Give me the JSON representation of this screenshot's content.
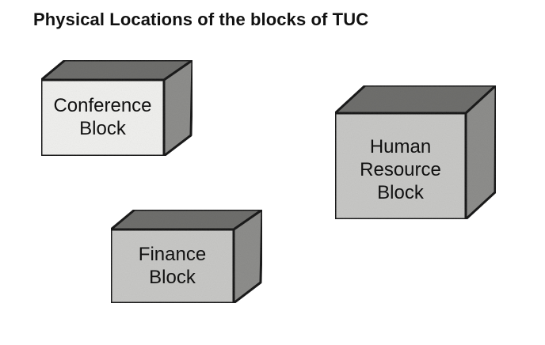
{
  "title": "Physical Locations of the blocks of TUC",
  "colors": {
    "outline": "#1a1a1a",
    "light_front": "#f0f0ee",
    "mid_front": "#c8c8c6",
    "top_face": "#6f6f6d",
    "side_face": "#8e8e8c",
    "text": "#111111"
  },
  "blocks": [
    {
      "id": "conference",
      "lines": [
        "Conference",
        "Block"
      ]
    },
    {
      "id": "human_resource",
      "lines": [
        "Human",
        "Resource",
        "Block"
      ]
    },
    {
      "id": "finance",
      "lines": [
        "Finance",
        "Block"
      ]
    }
  ]
}
